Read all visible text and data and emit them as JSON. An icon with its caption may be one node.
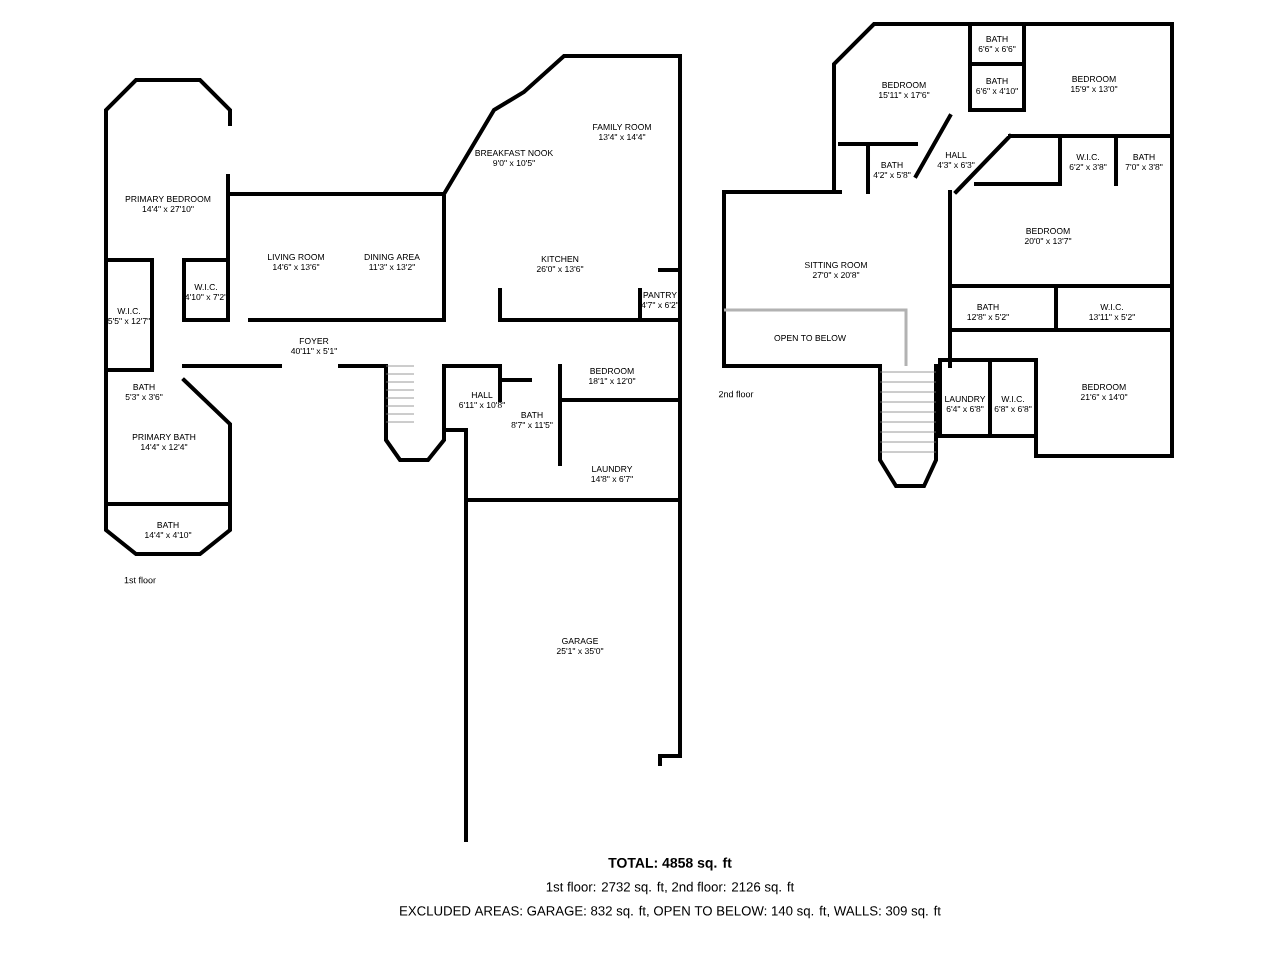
{
  "diagram": {
    "title": "TOTAL: 4858 sq. ft",
    "nodes": [
      {
        "text": [
          "BATH",
          "6'6\" x 6'6\""
        ]
      },
      {
        "text": [
          "BATH",
          "6'6\" x 4'10\""
        ]
      },
      {
        "text": [
          "BEDROOM",
          "15'9\" x 13'0\""
        ]
      },
      {
        "text": [
          "BEDROOM",
          "15'11\" x 17'6\""
        ]
      },
      {
        "text": [
          "PRIMARY BEDROOM",
          "14'4\" x 27'10\""
        ]
      },
      {
        "text": [
          "FAMILY ROOM",
          "13'4\" x 14'4\""
        ]
      },
      {
        "text": [
          "BREAKFAST NOOK",
          "9'0\" x 10'5\""
        ]
      },
      {
        "text": [
          "HALL",
          "4'3\" x 6'3\""
        ]
      },
      {
        "text": [
          "W.I.C.",
          "6'2\" x 3'8\""
        ]
      },
      {
        "text": [
          "BATH",
          "7'0\" x 3'8\""
        ]
      },
      {
        "text": [
          "BATH",
          "4'2\" x 5'8\""
        ]
      },
      {
        "text": [
          "BEDROOM",
          "20'0\" x 13'7\""
        ]
      },
      {
        "text": [
          "LIVING ROOM",
          "14'6\" x 13'6\""
        ]
      },
      {
        "text": [
          "DINING AREA",
          "11'3\" x 13'2\""
        ]
      },
      {
        "text": [
          "KITCHEN",
          "26'0\" x 13'6\""
        ]
      },
      {
        "text": [
          "SITTING ROOM",
          "27'0\" x 20'8\""
        ]
      },
      {
        "text": [
          "W.I.C.",
          "4'10\" x 7'2\""
        ]
      },
      {
        "text": [
          "PANTRY",
          "4'7\" x 6'2\""
        ]
      },
      {
        "text": [
          "BATH",
          "12'8\" x 5'2\""
        ]
      },
      {
        "text": [
          "W.I.C.",
          "13'11\" x 5'2\""
        ]
      },
      {
        "text": [
          "W.I.C.",
          "5'5\" x 12'7\""
        ]
      },
      {
        "text": [
          "FOYER",
          "40'11\" x 5'1\""
        ]
      },
      {
        "text": [
          "OPEN TO BELOW"
        ]
      },
      {
        "text": [
          "BEDROOM",
          "18'1\" x 12'0\""
        ]
      },
      {
        "text": [
          "BATH",
          "5'3\" x 3'6\""
        ]
      },
      {
        "text": [
          "BEDROOM",
          "21'6\" x 14'0\""
        ]
      },
      {
        "text": [
          "W.I.C.",
          "6'8\" x 6'8\""
        ]
      },
      {
        "text": [
          "LAUNDRY",
          "6'4\" x 6'8\""
        ]
      },
      {
        "text": [
          "HALL",
          "6'11\" x 10'8\""
        ]
      },
      {
        "text": [
          "BATH",
          "8'7\" x 11'5\""
        ]
      },
      {
        "text": [
          "PRIMARY BATH",
          "14'4\" x 12'4\""
        ]
      },
      {
        "text": [
          "LAUNDRY",
          "14'8\" x 6'7\""
        ]
      },
      {
        "text": [
          "BATH",
          "14'4\" x 4'10\""
        ]
      },
      {
        "text": [
          "GARAGE",
          "25'1\" x 35'0\""
        ]
      }
    ],
    "labels": [
      "2nd floor",
      "1st floor",
      "1st floor: 2732 sq. ft, 2nd floor: 2126 sq. ft",
      "EXCLUDED AREAS: GARAGE: 832 sq. ft, OPEN TO BELOW: 140 sq. ft, WALLS: 309 sq. ft"
    ]
  }
}
